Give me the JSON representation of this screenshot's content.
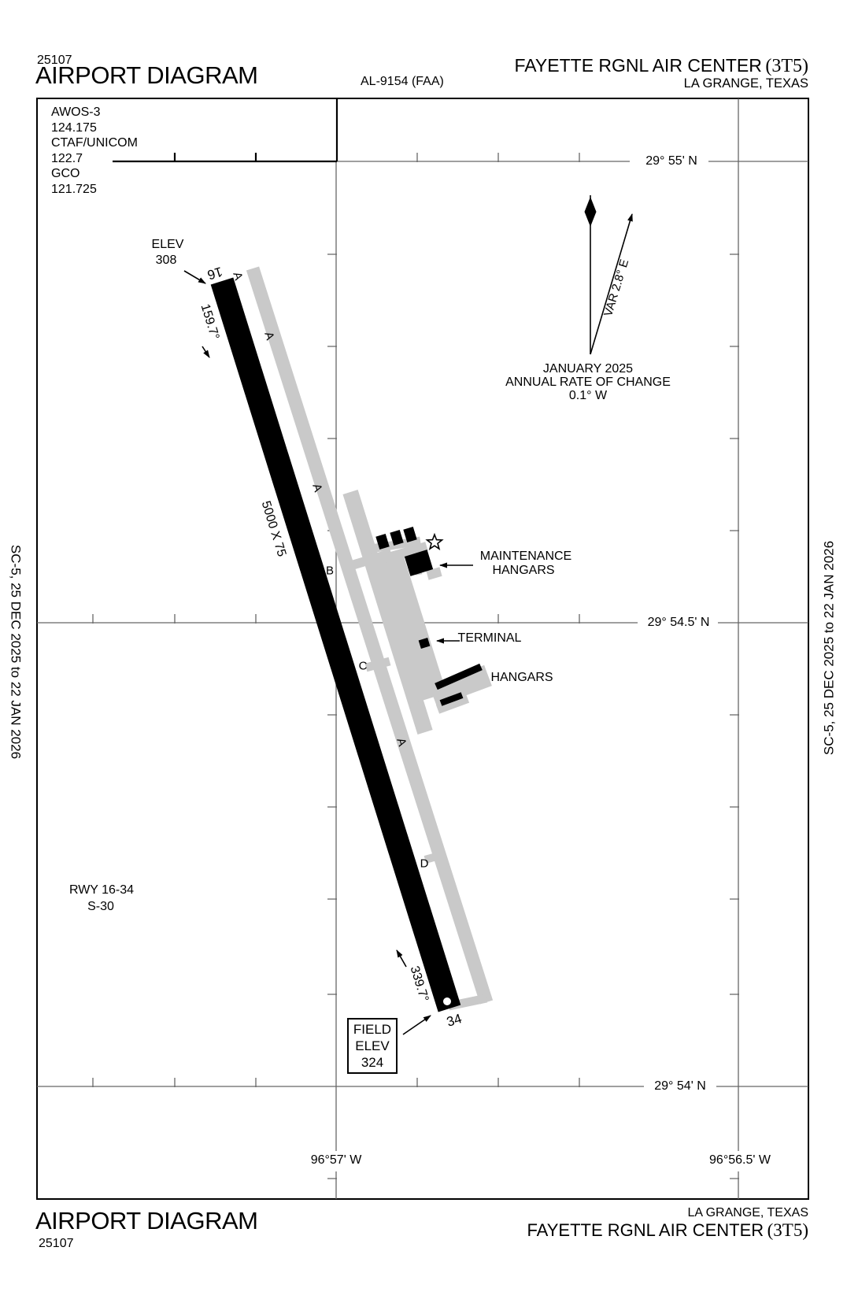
{
  "header": {
    "chart_number": "25107",
    "title": "AIRPORT DIAGRAM",
    "al_code": "AL-9154 (FAA)",
    "airport_name": "FAYETTE RGNL AIR CENTER",
    "airport_code": "(3T5)",
    "location": "LA GRANGE, TEXAS"
  },
  "footer": {
    "title": "AIRPORT DIAGRAM",
    "chart_number": "25107",
    "location": "LA GRANGE, TEXAS",
    "airport_name": "FAYETTE RGNL AIR CENTER",
    "airport_code": "(3T5)"
  },
  "sidebar": {
    "effectivity": "SC-5, 25 DEC 2025 to 22 JAN 2026"
  },
  "communications": {
    "lines": [
      "AWOS-3",
      "124.175",
      "CTAF/UNICOM",
      "122.7",
      "GCO",
      "121.725"
    ]
  },
  "graticule": {
    "lat_55": "29° 55' N",
    "lat_545": "29° 54.5' N",
    "lat_54": "29° 54' N",
    "lon_57": "96°57' W",
    "lon_565": "96°56.5' W"
  },
  "magnetic_north": {
    "variation": "VAR 2.8° E",
    "date": "JANUARY 2025",
    "rate_line": "ANNUAL RATE OF CHANGE",
    "rate_value": "0.1° W"
  },
  "runway": {
    "number_16": "16",
    "number_34": "34",
    "true_heading_16": "159.7°",
    "true_heading_34": "339.7°",
    "size": "5000 X 75",
    "elev_label": "ELEV",
    "elev_value": "308",
    "designation": "RWY 16-34",
    "strength": "S-30",
    "field_elev_line1": "FIELD",
    "field_elev_line2": "ELEV",
    "field_elev_line3": "324"
  },
  "taxiways": {
    "a": "A",
    "b": "B",
    "c": "C",
    "d": "D"
  },
  "buildings": {
    "maintenance_line1": "MAINTENANCE",
    "maintenance_line2": "HANGARS",
    "terminal": "TERMINAL",
    "hangars": "HANGARS"
  },
  "colors": {
    "ink": "#000000",
    "taxiway_gray": "#c9c9c9",
    "graticule": "#666666"
  }
}
